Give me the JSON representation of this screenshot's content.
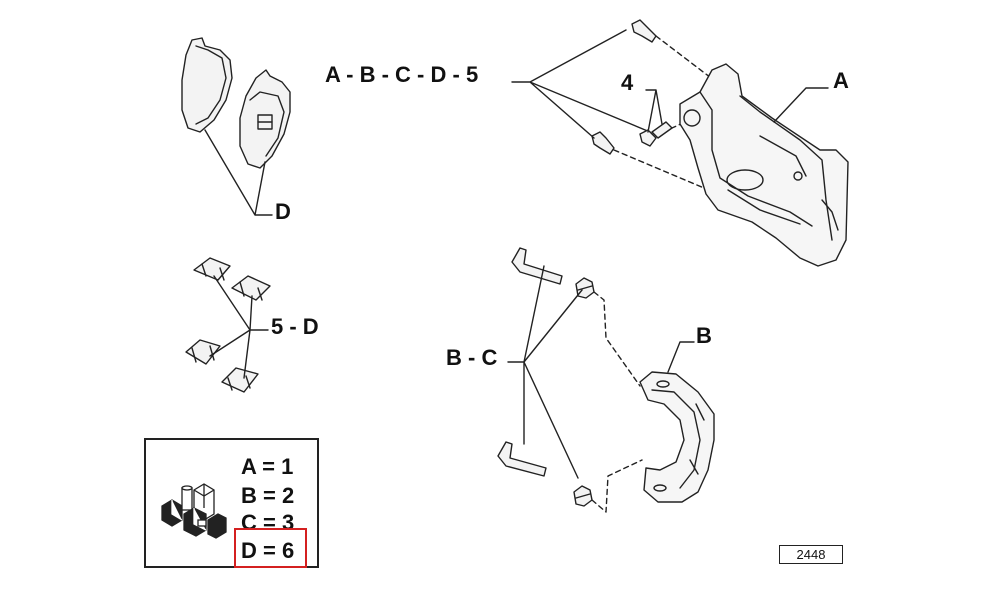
{
  "callouts": {
    "top_group": "A - B - C - D - 5",
    "bolt_4": "4",
    "caliper_A": "A",
    "pads_D": "D",
    "clips_5D": "5 - D",
    "bracket_group": "B - C",
    "bracket_B": "B"
  },
  "legend": {
    "lines": [
      "A = 1",
      "B = 2",
      "C = 3",
      "D = 6"
    ],
    "highlighted": "D = 6"
  },
  "reference_number": "2448",
  "colors": {
    "line": "#222222",
    "highlight": "#d42020",
    "part_fill": "#f3f3f3"
  }
}
